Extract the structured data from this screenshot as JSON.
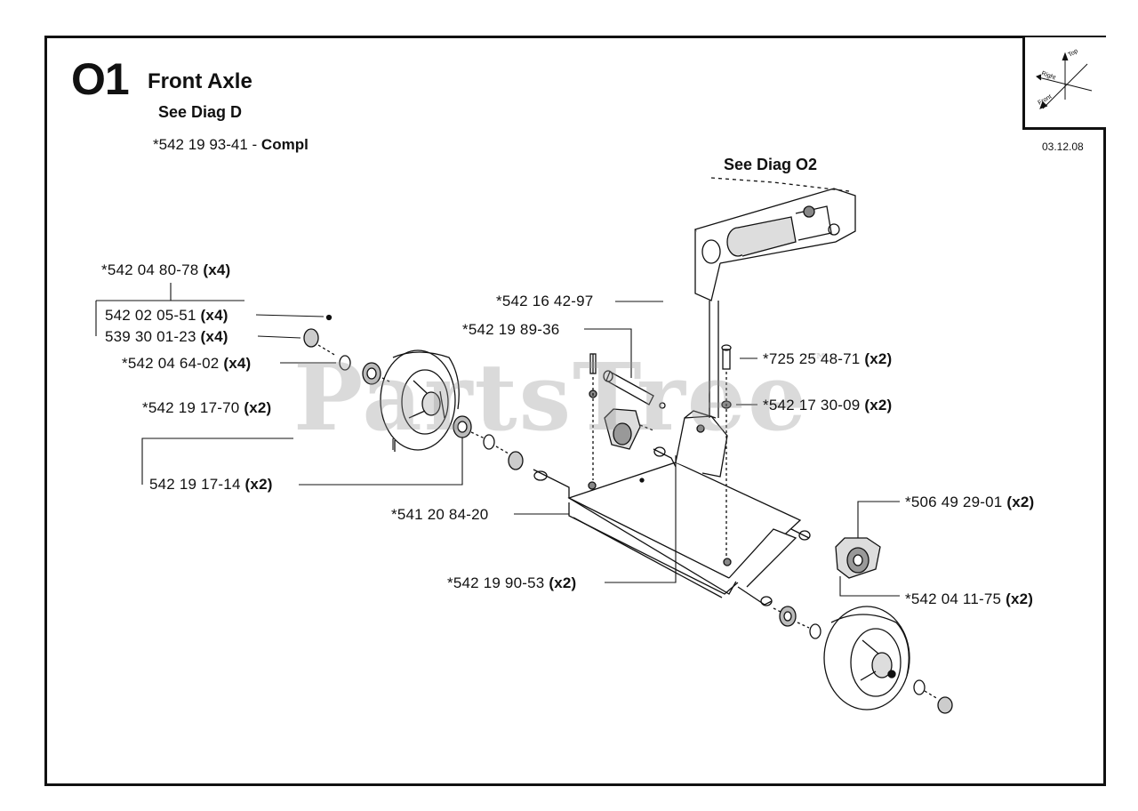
{
  "header": {
    "diagram_number": "O1",
    "title": "Front Axle",
    "see_reference": "See Diag D",
    "complete_part": "*542 19 93-41 - ",
    "complete_label": "Compl",
    "see_other": "See Diag O2",
    "date": "03.12.08"
  },
  "orientation": {
    "top_label": "Top",
    "right_label": "Right",
    "front_label": "Front"
  },
  "watermark": {
    "text": "PartsTree",
    "mark": "™"
  },
  "parts": [
    {
      "number": "*542 04 80-78",
      "qty": "(x4)"
    },
    {
      "number": "542 02 05-51",
      "qty": "(x4)"
    },
    {
      "number": "539 30 01-23",
      "qty": "(x4)"
    },
    {
      "number": "*542 04 64-02",
      "qty": "(x4)"
    },
    {
      "number": "*542 19 17-70",
      "qty": "(x2)"
    },
    {
      "number": "542 19 17-14",
      "qty": "(x2)"
    },
    {
      "number": "*542 16 42-97",
      "qty": ""
    },
    {
      "number": "*542 19 89-36",
      "qty": ""
    },
    {
      "number": "*725 25 48-71",
      "qty": "(x2)"
    },
    {
      "number": "*542 17 30-09",
      "qty": "(x2)"
    },
    {
      "number": "*541 20 84-20",
      "qty": ""
    },
    {
      "number": "*506 49 29-01",
      "qty": "(x2)"
    },
    {
      "number": "*542 19 90-53",
      "qty": "(x2)"
    },
    {
      "number": "*542 04 11-75",
      "qty": "(x2)"
    }
  ]
}
